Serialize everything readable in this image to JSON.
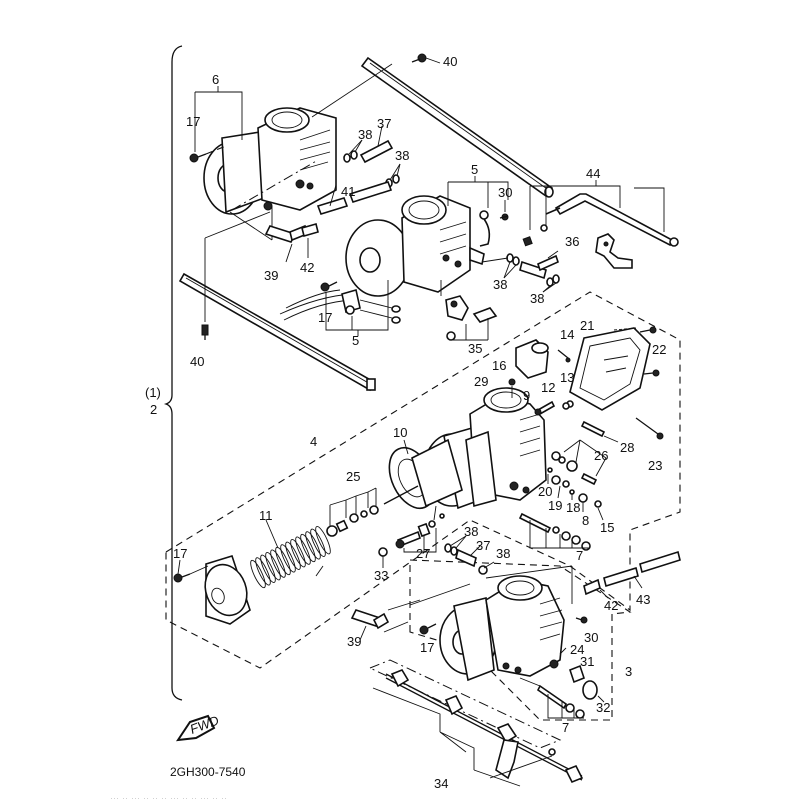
{
  "diagram": {
    "title_code": "2GH300-7540",
    "forward_indicator": "FWD",
    "bracket_label_top": "(1)",
    "bracket_label_main": "2",
    "footer_fine_print": "··· ·· ··· ·· ·· ·· ··· ·· ·· ··· ·· ··",
    "callouts": [
      {
        "id": "c40a",
        "text": "40"
      },
      {
        "id": "c6",
        "text": "6"
      },
      {
        "id": "c17a",
        "text": "17"
      },
      {
        "id": "c38a",
        "text": "38"
      },
      {
        "id": "c37a",
        "text": "37"
      },
      {
        "id": "c38b",
        "text": "38"
      },
      {
        "id": "c41",
        "text": "41"
      },
      {
        "id": "c5a",
        "text": "5"
      },
      {
        "id": "c30a",
        "text": "30"
      },
      {
        "id": "c44",
        "text": "44"
      },
      {
        "id": "c36",
        "text": "36"
      },
      {
        "id": "c38c",
        "text": "38"
      },
      {
        "id": "c38d",
        "text": "38"
      },
      {
        "id": "c39a",
        "text": "39"
      },
      {
        "id": "c42a",
        "text": "42"
      },
      {
        "id": "c40b",
        "text": "40"
      },
      {
        "id": "c17b",
        "text": "17"
      },
      {
        "id": "c5b",
        "text": "5"
      },
      {
        "id": "c35",
        "text": "35"
      },
      {
        "id": "c14",
        "text": "14"
      },
      {
        "id": "c21",
        "text": "21"
      },
      {
        "id": "c22",
        "text": "22"
      },
      {
        "id": "c16",
        "text": "16"
      },
      {
        "id": "c13",
        "text": "13"
      },
      {
        "id": "c29",
        "text": "29"
      },
      {
        "id": "c12",
        "text": "12"
      },
      {
        "id": "c9",
        "text": "9"
      },
      {
        "id": "c28",
        "text": "28"
      },
      {
        "id": "c23",
        "text": "23"
      },
      {
        "id": "c4",
        "text": "4"
      },
      {
        "id": "c10",
        "text": "10"
      },
      {
        "id": "c26",
        "text": "26"
      },
      {
        "id": "c20",
        "text": "20"
      },
      {
        "id": "c19",
        "text": "19"
      },
      {
        "id": "c18",
        "text": "18"
      },
      {
        "id": "c8",
        "text": "8"
      },
      {
        "id": "c15",
        "text": "15"
      },
      {
        "id": "c25",
        "text": "25"
      },
      {
        "id": "c11",
        "text": "11"
      },
      {
        "id": "c7a",
        "text": "7"
      },
      {
        "id": "c27",
        "text": "27"
      },
      {
        "id": "c38e",
        "text": "38"
      },
      {
        "id": "c37b",
        "text": "37"
      },
      {
        "id": "c38f",
        "text": "38"
      },
      {
        "id": "c17c",
        "text": "17"
      },
      {
        "id": "c33",
        "text": "33"
      },
      {
        "id": "c42b",
        "text": "42"
      },
      {
        "id": "c43",
        "text": "43"
      },
      {
        "id": "c39b",
        "text": "39"
      },
      {
        "id": "c30b",
        "text": "30"
      },
      {
        "id": "c17d",
        "text": "17"
      },
      {
        "id": "c24",
        "text": "24"
      },
      {
        "id": "c31",
        "text": "31"
      },
      {
        "id": "c3",
        "text": "3"
      },
      {
        "id": "c32",
        "text": "32"
      },
      {
        "id": "c7b",
        "text": "7"
      },
      {
        "id": "c34",
        "text": "34"
      }
    ]
  }
}
